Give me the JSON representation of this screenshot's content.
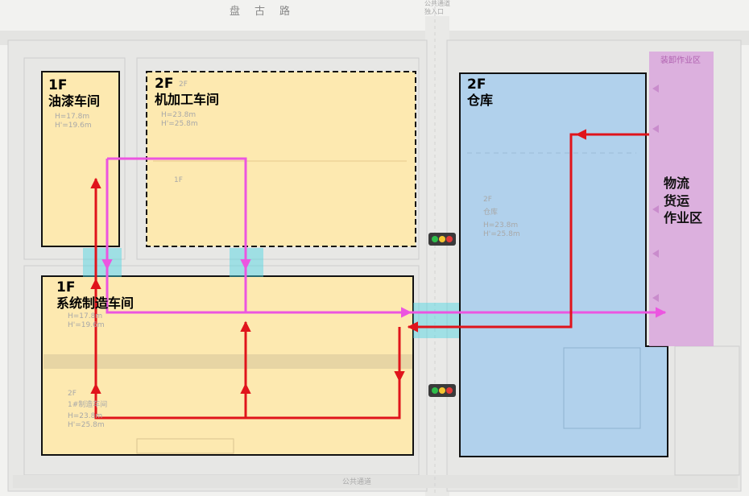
{
  "road_top": "盘古路",
  "entrance_label": "公共通道\n独入口",
  "bottom_road_label": "公共通道",
  "buildings": {
    "paint_shop": {
      "floor": "1F",
      "name": "油漆车间",
      "heights": "H=17.8m\nH'=19.6m"
    },
    "machining": {
      "floor": "2F",
      "name": "机加工车间",
      "heights": "H=23.8m\nH'=25.8m",
      "inner_floor": "1F",
      "small_floor": "2F"
    },
    "assembly": {
      "floor": "1F",
      "name": "系统制造车间",
      "heights": "H=17.8m\nH'=19.6m"
    },
    "plant1": {
      "floor": "2F",
      "name": "1#制造车间",
      "heights": "H=23.8m\nH'=25.8m"
    },
    "warehouse": {
      "floor": "2F",
      "name": "仓库",
      "inner_floor": "2F",
      "inner_name": "仓库",
      "heights": "H=23.8m\nH'=25.8m"
    }
  },
  "loading_zone": {
    "title": "装卸作业区",
    "label_lines": [
      "物流",
      "货运",
      "作业区"
    ]
  },
  "colors": {
    "building_fill": "#fde9b0",
    "warehouse_fill": "#b1d1ec",
    "loading_zone": "#d9a6dd",
    "red_flow": "#e0141b",
    "magenta_flow": "#ec55e0",
    "connector": "#49d6e3"
  },
  "icons": [
    "traffic-light-icon",
    "arrow-up-icon",
    "arrow-down-icon",
    "arrow-left-icon",
    "arrow-right-icon"
  ]
}
